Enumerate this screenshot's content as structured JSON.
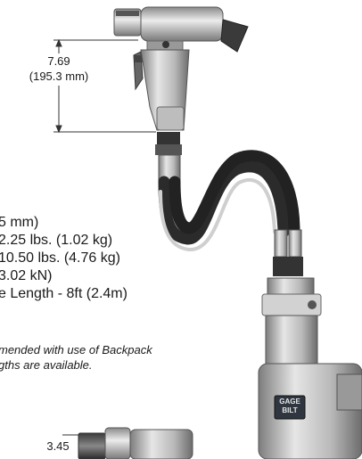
{
  "dimension_height": {
    "inches": "7.69",
    "mm": "(195.3 mm)"
  },
  "dimension_small": {
    "inches": "3.45"
  },
  "specs": [
    "5 mm)",
    "2.25 lbs. (1.02 kg)",
    "10.50 lbs. (4.76 kg)",
    "3.02 kN)",
    "e Length - 8ft (2.4m)"
  ],
  "notes": [
    "mended with use of Backpack",
    "gths are available."
  ],
  "branding": {
    "logo_line1": "GAGE",
    "logo_line2": "BILT"
  }
}
